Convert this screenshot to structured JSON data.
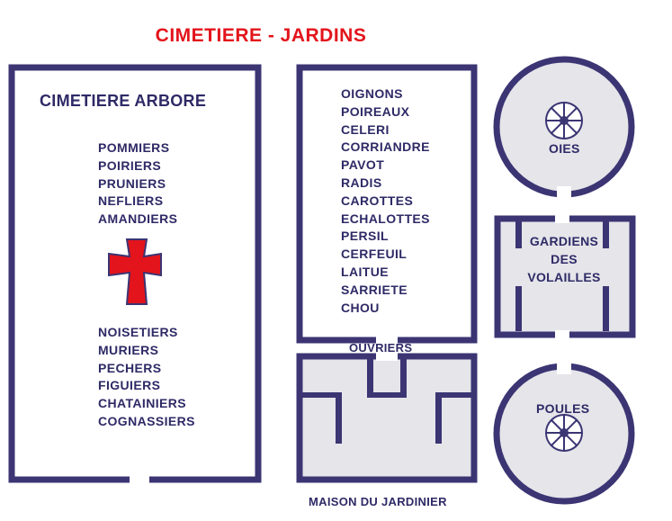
{
  "title": "CIMETIERE - JARDINS",
  "cemetery": {
    "label": "CIMETIERE ARBORE",
    "trees_top": [
      "POMMIERS",
      "POIRIERS",
      "PRUNIERS",
      "NEFLIERS",
      "AMANDIERS"
    ],
    "trees_bottom": [
      "NOISETIERS",
      "MURIERS",
      "PECHERS",
      "FIGUIERS",
      "CHATAINIERS",
      "COGNASSIERS"
    ],
    "cross_color": "#e3141b"
  },
  "garden": {
    "vegetables": [
      "OIGNONS",
      "POIREAUX",
      "CELERI",
      "CORRIANDRE",
      "PAVOT",
      "RADIS",
      "CAROTTES",
      "ECHALOTTES",
      "PERSIL",
      "CERFEUIL",
      "LAITUE",
      "SARRIETE",
      "CHOU"
    ]
  },
  "workers_label": "OUVRIERS",
  "gardener_house_label": "MAISON DU JARDINIER",
  "geese_label": "OIES",
  "poultry_keepers_label": "GARDIENS DES VOLAILLES",
  "hens_label": "POULES",
  "colors": {
    "wall": "#3b3573",
    "floor": "#e5e5ea",
    "text": "#2e2a66",
    "title": "#e3141b"
  }
}
